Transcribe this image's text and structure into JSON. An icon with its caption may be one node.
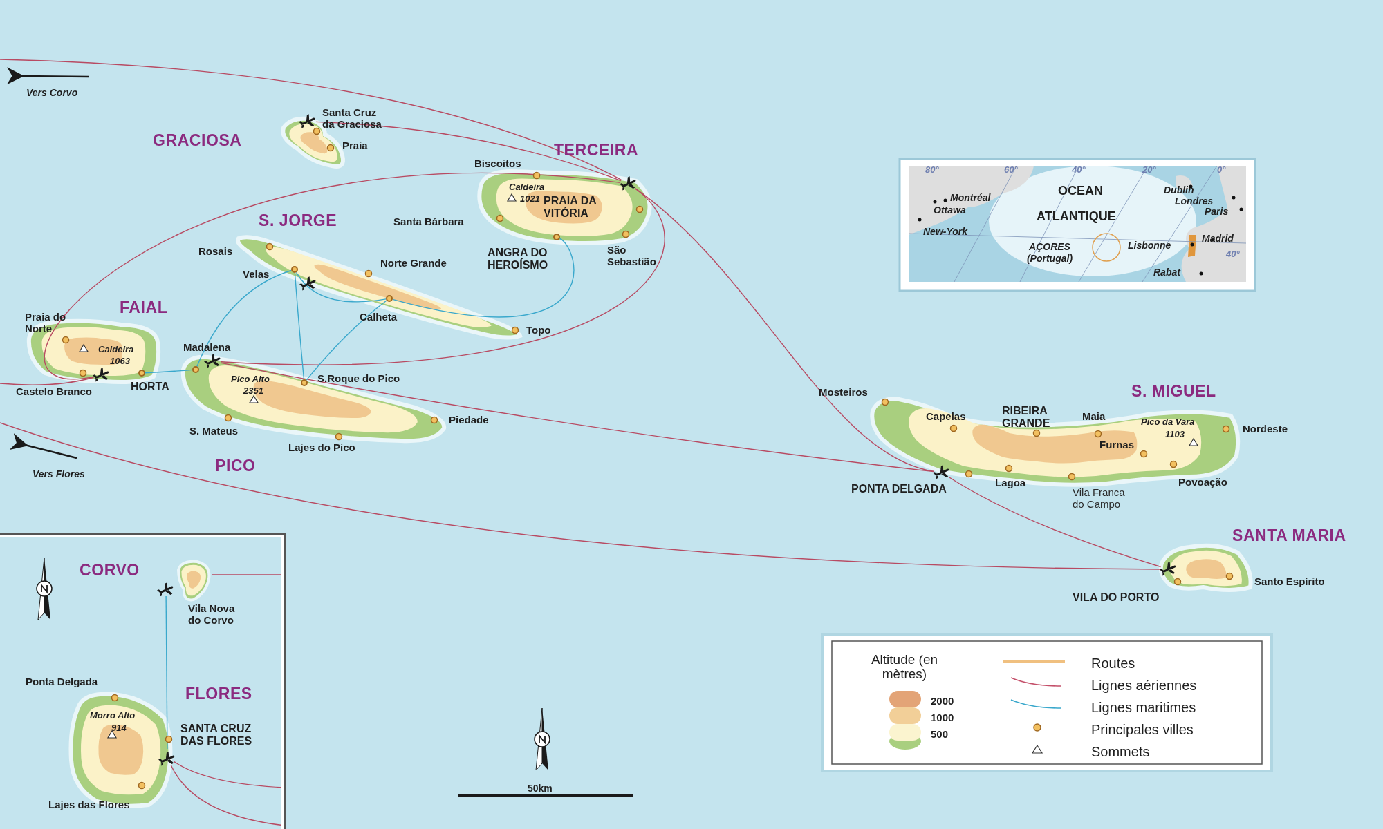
{
  "diagram": {
    "nodes": [
      {
        "text": [],
        "shape": "airplane"
      },
      {
        "text": [],
        "shape": "airplane"
      },
      {
        "text": [],
        "shape": "circle"
      },
      {
        "text": [],
        "shape": "circle"
      },
      {
        "text": [],
        "shape": "airplane"
      },
      {
        "text": [],
        "shape": "circle"
      },
      {
        "text": [],
        "shape": "circle"
      },
      {
        "text": [],
        "shape": "airplane"
      },
      {
        "text": [],
        "shape": "airplane"
      },
      {
        "text": [],
        "shape": "circle"
      },
      {
        "text": [],
        "shape": "circle"
      },
      {
        "text": [],
        "shape": "airplane"
      },
      {
        "text": [],
        "shape": "airplane"
      },
      {
        "text": [],
        "shape": "airplane",
        "in": 15
      },
      {
        "text": [],
        "shape": "airplane",
        "in": 15
      },
      {
        "text": [],
        "shape": "box"
      },
      {
        "text": [],
        "shape": "picture",
        "in": 15
      }
    ],
    "edges": [
      {
        "from": null,
        "to": 1,
        "arrow": "none"
      },
      {
        "from": 0,
        "to": 1,
        "arrow": "none"
      },
      {
        "from": 1,
        "to": 7,
        "arrow": "none"
      },
      {
        "from": 1,
        "to": 8,
        "arrow": "none"
      },
      {
        "from": 1,
        "to": 11,
        "arrow": "none"
      },
      {
        "from": 8,
        "to": 11,
        "arrow": "none"
      },
      {
        "from": null,
        "to": 7,
        "arrow": "none"
      },
      {
        "from": null,
        "to": 12,
        "arrow": "none"
      },
      {
        "from": 11,
        "to": 12,
        "arrow": "none"
      },
      {
        "from": 15,
        "to": 16,
        "arrow": "none"
      },
      {
        "from": 14,
        "to": 15,
        "arrow": "none"
      },
      {
        "from": 14,
        "to": 15,
        "arrow": "none"
      },
      {
        "from": 3,
        "to": 9,
        "arrow": "none",
        "color": "#3aa8cc"
      },
      {
        "from": 3,
        "to": 10,
        "arrow": "none",
        "color": "#3aa8cc"
      },
      {
        "from": 3,
        "to": 5,
        "arrow": "none",
        "color": "#3aa8cc"
      },
      {
        "from": 5,
        "to": 10,
        "arrow": "none",
        "color": "#3aa8cc"
      },
      {
        "from": 5,
        "to": 2,
        "arrow": "none",
        "color": "#3aa8cc"
      },
      {
        "from": 6,
        "to": 9,
        "arrow": "none",
        "color": "#3aa8cc"
      },
      {
        "from": 13,
        "to": 14,
        "arrow": "none",
        "color": "#3aa8cc"
      }
    ],
    "labels": [
      "Vers Corvo",
      "Santa Cruz da Graciosa",
      "GRACIOSA",
      "Praia",
      "TERCEIRA",
      "Biscoitos",
      "Caldeira",
      "1021",
      "PRAIA DA VITÓRIA",
      "S. JORGE",
      "Santa Bárbara",
      "Rosais",
      "ANGRA DO HEROÍSMO",
      "São Sebastião",
      "Norte Grande",
      "Velas",
      "FAIAL",
      "Calheta",
      "Praia do Norte",
      "Topo",
      "Caldeira",
      "Madalena",
      "1063",
      "Pico Alto",
      "S.Roque do Pico",
      "Castelo Branco",
      "HORTA",
      "2351",
      "Mosteiros",
      "S. MIGUEL",
      "Capelas",
      "RIBEIRA GRANDE",
      "Maia",
      "Pico da Vara",
      "1103",
      "Nordeste",
      "Piedade",
      "S. Mateus",
      "Furnas",
      "Lajes do Pico",
      "Vers Flores",
      "PICO",
      "PONTA DELGADA",
      "Lagoa",
      "Povoação",
      "Vila Franca do Campo",
      "SANTA MARIA",
      "Santo Espírito",
      "VILA DO PORTO",
      "80°",
      "60°",
      "40°",
      "20°",
      "0°",
      "OCEAN",
      "Dublin",
      "Montréal",
      "Londres",
      "Ottawa",
      "ATLANTIQUE",
      "Paris",
      "New-York",
      "Madrid",
      "AÇORES (Portugal)",
      "Lisbonne",
      "40°",
      "Rabat",
      "CORVO",
      "Vila Nova do Corvo",
      "Ponta Delgada",
      "FLORES",
      "Morro Alto",
      "914",
      "SANTA CRUZ DAS FLORES",
      "Lajes das Flores",
      "50km",
      "Altitude (en mètres)"
    ],
    "legend": [
      {
        "text": "2000",
        "color": "#e3a477"
      },
      {
        "text": "1000",
        "color": "#f2cf98"
      },
      {
        "text": "500",
        "color": "#fbf4cf"
      },
      {
        "text": "Routes"
      },
      {
        "text": "Lignes aériennes"
      },
      {
        "text": "Lignes maritimes"
      },
      {
        "text": "Principales villes"
      },
      {
        "text": "Sommets"
      }
    ]
  }
}
